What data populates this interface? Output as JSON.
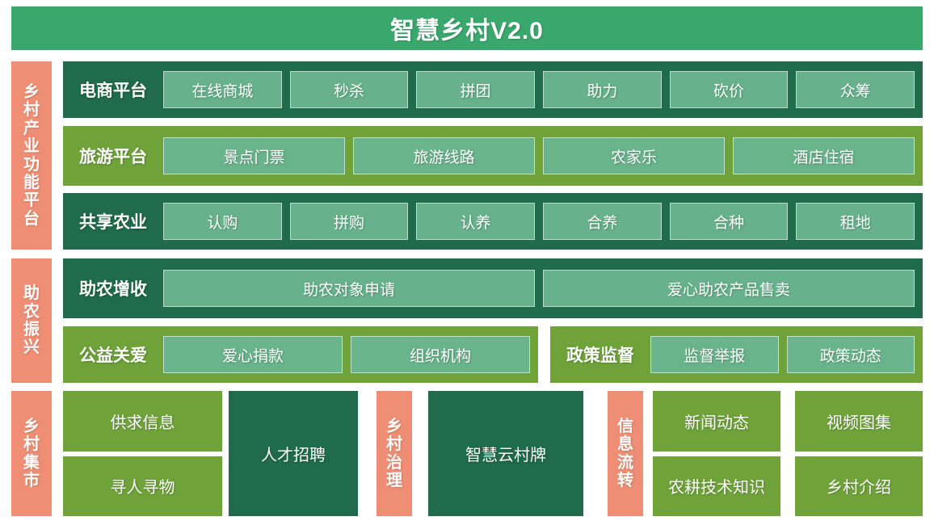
{
  "header": {
    "title": "智慧乡村V2.0"
  },
  "colors": {
    "header_green": "#3aa76d",
    "dark_green": "#1f6b4b",
    "olive_green": "#6fa33a",
    "chip_green": "#67b28c",
    "sidebar_coral": "#ef8e74",
    "text_white": "#ffffff"
  },
  "sections": [
    {
      "sidebar": "乡村产业功能平台",
      "rows": [
        {
          "label": "电商平台",
          "style": "dark",
          "items": [
            "在线商城",
            "秒杀",
            "拼团",
            "助力",
            "砍价",
            "众筹"
          ]
        },
        {
          "label": "旅游平台",
          "style": "olive",
          "items": [
            "景点门票",
            "旅游线路",
            "农家乐",
            "酒店住宿"
          ]
        },
        {
          "label": "共享农业",
          "style": "dark",
          "items": [
            "认购",
            "拼购",
            "认养",
            "合养",
            "合种",
            "租地"
          ]
        }
      ]
    },
    {
      "sidebar": "助农振兴",
      "rows": [
        {
          "label": "助农增收",
          "style": "dark",
          "items": [
            "助农对象申请",
            "爱心助农产品售卖"
          ]
        },
        {
          "label": "公益关爱",
          "style": "olive",
          "items": [
            "爱心捐款",
            "组织机构"
          ]
        },
        {
          "label": "政策监督",
          "style": "olive",
          "items": [
            "监督举报",
            "政策动态"
          ]
        }
      ]
    },
    {
      "sidebar": "乡村集市",
      "market_tiles": [
        "供求信息",
        "寻人寻物"
      ],
      "recruit_tile": "人才招聘"
    }
  ],
  "bottom": {
    "governance_sidebar": "乡村治理",
    "cloud_sign_tile": "智慧云村牌",
    "info_sidebar": "信息流转",
    "info_tiles": [
      "新闻动态",
      "视频图集",
      "农耕技术知识",
      "乡村介绍"
    ]
  }
}
